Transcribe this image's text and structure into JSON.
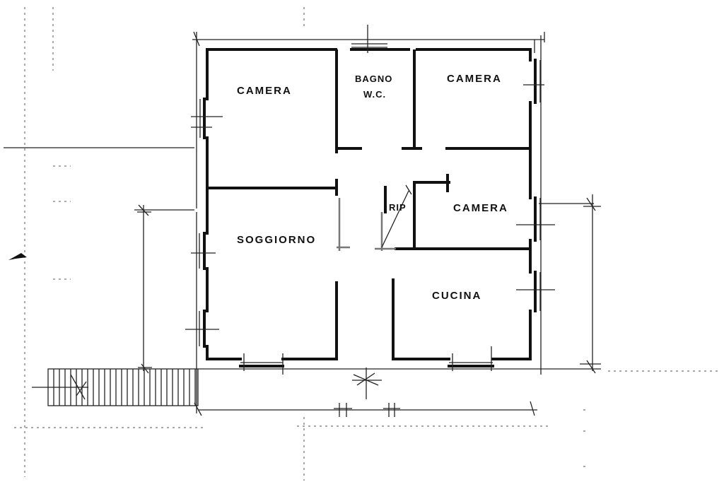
{
  "plan": {
    "rooms": {
      "camera_nw": "CAMERA",
      "bagno_line1": "BAGNO",
      "bagno_line2": "W.C.",
      "camera_ne": "CAMERA",
      "rip": "RIP",
      "camera_e": "CAMERA",
      "soggiorno": "SOGGIORNO",
      "cucina": "CUCINA"
    },
    "colors": {
      "ink": "#111111",
      "paper": "#ffffff"
    }
  }
}
